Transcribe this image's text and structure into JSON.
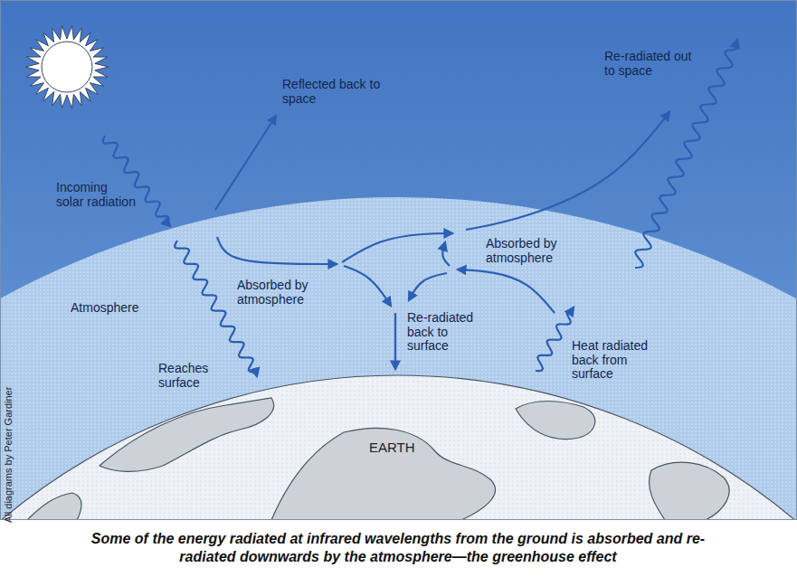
{
  "diagram": {
    "caption": "Some of the energy radiated at infrared wavelengths from the ground is absorbed and re-radiated downwards by the atmosphere—the greenhouse effect",
    "labels": [
      "Incoming solar radiation",
      "Reflected back to space",
      "Re-radiated out to space",
      "Absorbed by atmosphere",
      "Absorbed by atmosphere",
      "Atmosphere",
      "Re-radiated back to surface",
      "Heat radiated back from surface",
      "Reaches surface",
      "EARTH",
      "All diagrams by Peter Gardiner"
    ]
  }
}
